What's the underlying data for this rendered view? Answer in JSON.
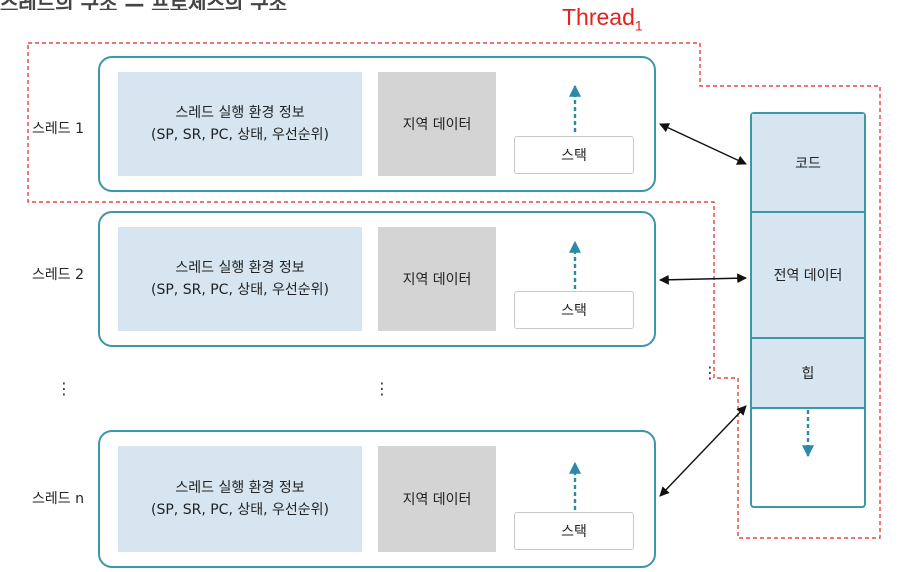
{
  "header": {
    "cut_title": "스레드의 구조 — 프로세스의 구조",
    "thread_label": "Thread",
    "thread_sub": "1"
  },
  "threads": [
    {
      "label": "스레드 1",
      "env_line1": "스레드 실행 환경 정보",
      "env_line2": "(SP, SR, PC, 상태, 우선순위)",
      "local": "지역 데이터",
      "stack": "스택"
    },
    {
      "label": "스레드 2",
      "env_line1": "스레드 실행 환경 정보",
      "env_line2": "(SP, SR, PC, 상태, 우선순위)",
      "local": "지역 데이터",
      "stack": "스택"
    },
    {
      "label": "스레드 n",
      "env_line1": "스레드 실행 환경 정보",
      "env_line2": "(SP, SR, PC, 상태, 우선순위)",
      "local": "지역 데이터",
      "stack": "스택"
    }
  ],
  "ellipsis": "⋮",
  "shared": {
    "code": "코드",
    "global": "전역 데이터",
    "heap": "힙"
  },
  "colors": {
    "accent": "#3c97a6",
    "highlight": "#e4231e",
    "env_fill": "#d6e5ef",
    "local_fill": "#d4d4d4"
  }
}
